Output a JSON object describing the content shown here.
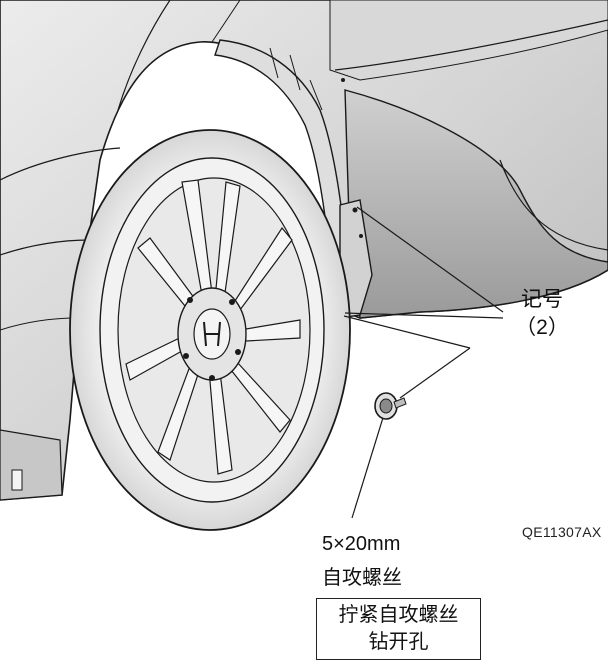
{
  "callouts": {
    "mark_line1": "记号",
    "mark_line2": "（2）"
  },
  "fastener": {
    "size": "5×20mm",
    "name": "自攻螺丝"
  },
  "instruction": {
    "line1": "拧紧自攻螺丝",
    "line2": "钻开孔"
  },
  "figure_code": "QE11307AX",
  "colors": {
    "line": "#1a1a1a",
    "body_light": "#e4e4e4",
    "body_mid": "#c9c9c9",
    "body_dark": "#9d9d9d"
  }
}
